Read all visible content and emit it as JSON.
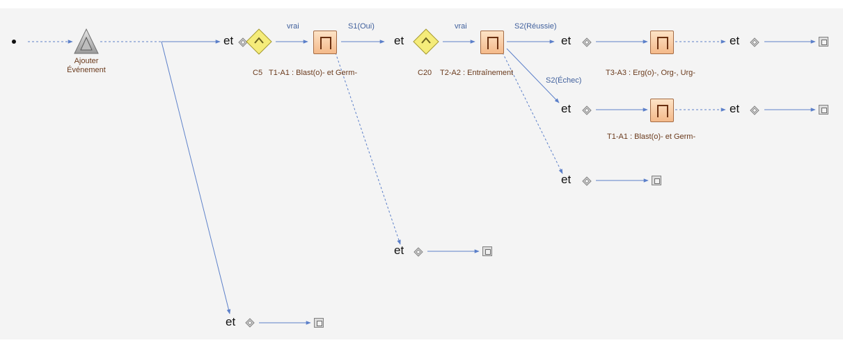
{
  "labels": {
    "join": "et",
    "add_event_line1": "Ajouter",
    "add_event_line2": "Événement"
  },
  "conditions": {
    "c5": "C5",
    "c20": "C20",
    "vrai_1": "vrai",
    "vrai_2": "vrai",
    "s1_oui": "S1(Oui)",
    "s2_reussie": "S2(Réussie)",
    "s2_echec": "S2(Échec)"
  },
  "activities": {
    "t1_a1_top": "T1-A1 : Blast(o)- et Germ-",
    "t2_a2": "T2-A2 : Entraînement",
    "t3_a3": "T3-A3 : Erg(o)-, Org-, Urg-",
    "t1_a1_mid": "T1-A1 : Blast(o)- et Germ-"
  },
  "colors": {
    "link": "#5b7fc9",
    "condition_text": "#3f5f9c",
    "activity_text": "#6a3a1c",
    "activity_fill": "#f9cfa3",
    "gateway_fill": "#f5ec7a",
    "background": "#f4f4f4"
  }
}
